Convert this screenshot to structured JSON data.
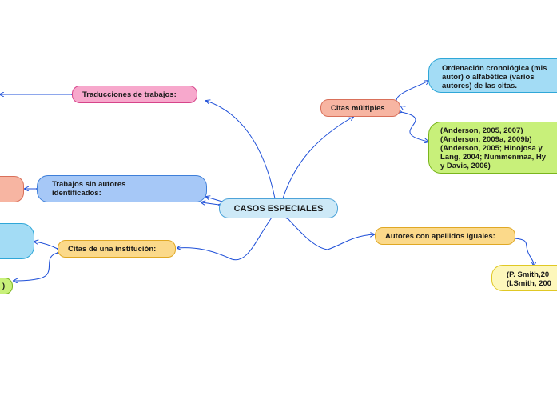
{
  "colors": {
    "link": "#1e4fd8",
    "center": "#cde9f7",
    "pink": "#f7a8cc",
    "blue": "#a6c8f7",
    "orange_light": "#fbd98a",
    "salmon": "#f7b5a2",
    "cyan": "#a3dcf5",
    "green": "#c8f07a",
    "yellow_light": "#fdf7bb"
  },
  "center": {
    "label": "CASOS ESPECIALES"
  },
  "left": {
    "traducciones": {
      "label": "Traducciones de trabajos:"
    },
    "trabajos_sin_autores": {
      "lines": [
        "Trabajos sin autores",
        "identificados:"
      ]
    },
    "citas_institucion": {
      "label": "Citas de una institución:"
    },
    "partial_green": {
      "label": ")"
    }
  },
  "right": {
    "citas_multiples": {
      "label": "Citas múltiples"
    },
    "ordenacion": {
      "lines": [
        "Ordenación cronológica (mis",
        "autor) o alfabética (varios",
        "autores) de las citas."
      ]
    },
    "ejemplos_multiples": {
      "lines": [
        "(Anderson, 2005, 2007)",
        "(Anderson, 2009a, 2009b)",
        "(Anderson, 2005; Hinojosa y",
        "Lang, 2004; Nummenmaa, Hy",
        "y Davis, 2006)"
      ]
    },
    "autores_apellidos": {
      "label": "Autores con apellidos iguales:"
    },
    "ejemplos_smith": {
      "lines": [
        "(P. Smith,20",
        "(I.Smith, 200"
      ]
    }
  }
}
